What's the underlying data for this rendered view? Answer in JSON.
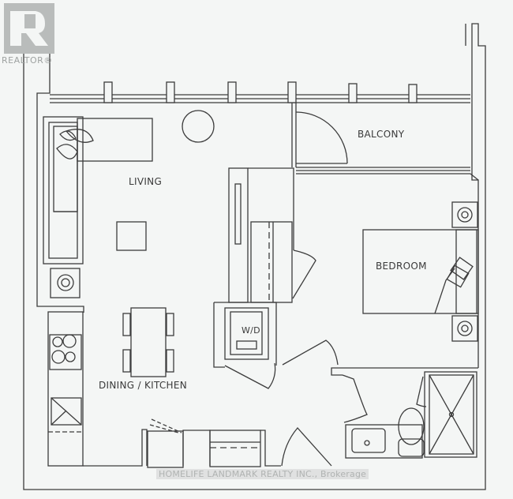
{
  "logo": {
    "text": "REALTOR®",
    "icon": "realtor-r-icon",
    "color": "#b9bcbb"
  },
  "rooms": {
    "living": "LIVING",
    "balcony": "BALCONY",
    "bedroom": "BEDROOM",
    "laundry": "W/D",
    "dining_kitchen": "DINING / KITCHEN"
  },
  "watermark": "HOMELIFE LANDMARK REALTY INC., Brokerage",
  "colors": {
    "line": "#3c3c3c",
    "background": "#f4f6f5"
  }
}
